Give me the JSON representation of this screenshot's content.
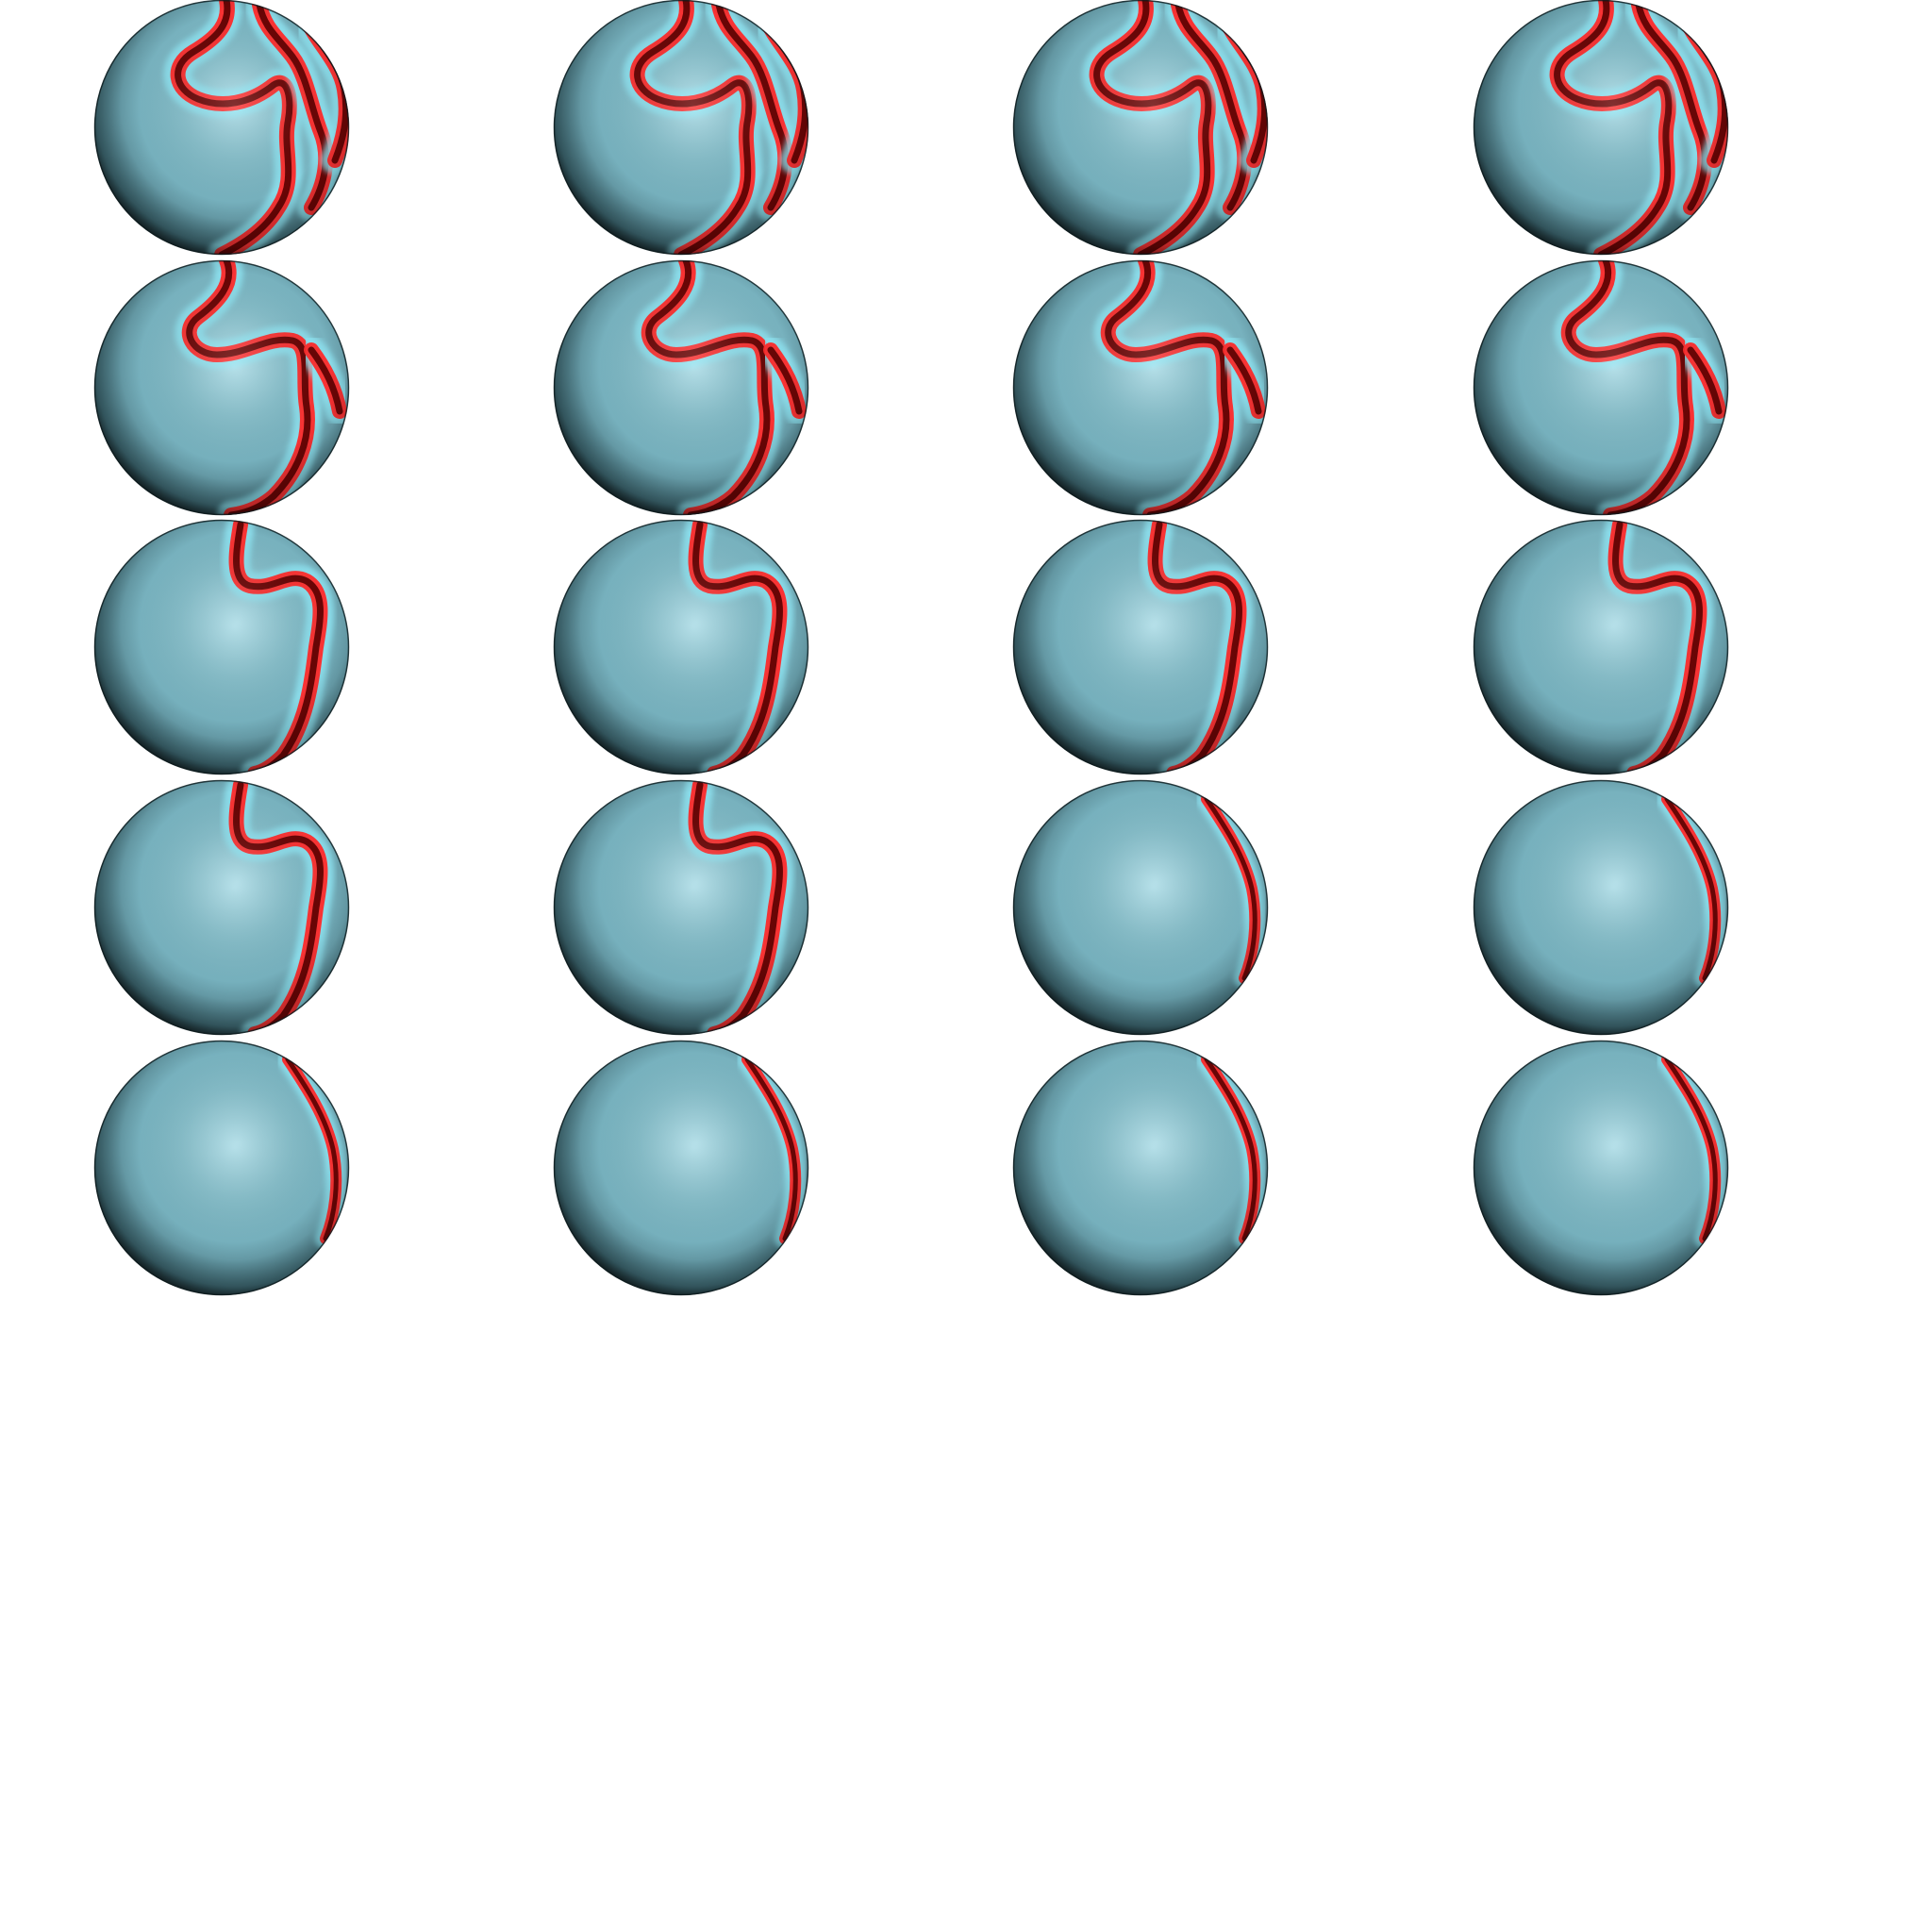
{
  "grid": {
    "columns": 4,
    "rows": 5,
    "sphere_count": 20
  },
  "colors": {
    "background": "#ffffff",
    "sphere_base": "#6fa9b6",
    "sphere_light": "#a8dbe6",
    "sphere_dark": "#1b2e33",
    "band_cyan": "#8fe6f4",
    "band_red": "#ff2a2a",
    "band_dark_red": "#5a0000"
  },
  "spheres": [
    {
      "pattern": "complex"
    },
    {
      "pattern": "complex"
    },
    {
      "pattern": "complex"
    },
    {
      "pattern": "complex"
    },
    {
      "pattern": "hook-large"
    },
    {
      "pattern": "hook-large"
    },
    {
      "pattern": "hook-large"
    },
    {
      "pattern": "hook-large"
    },
    {
      "pattern": "hook-right"
    },
    {
      "pattern": "hook-right"
    },
    {
      "pattern": "hook-right"
    },
    {
      "pattern": "hook-right"
    },
    {
      "pattern": "hook-right"
    },
    {
      "pattern": "hook-right"
    },
    {
      "pattern": "edge"
    },
    {
      "pattern": "edge"
    },
    {
      "pattern": "edge"
    },
    {
      "pattern": "edge"
    },
    {
      "pattern": "edge"
    },
    {
      "pattern": "edge"
    }
  ]
}
